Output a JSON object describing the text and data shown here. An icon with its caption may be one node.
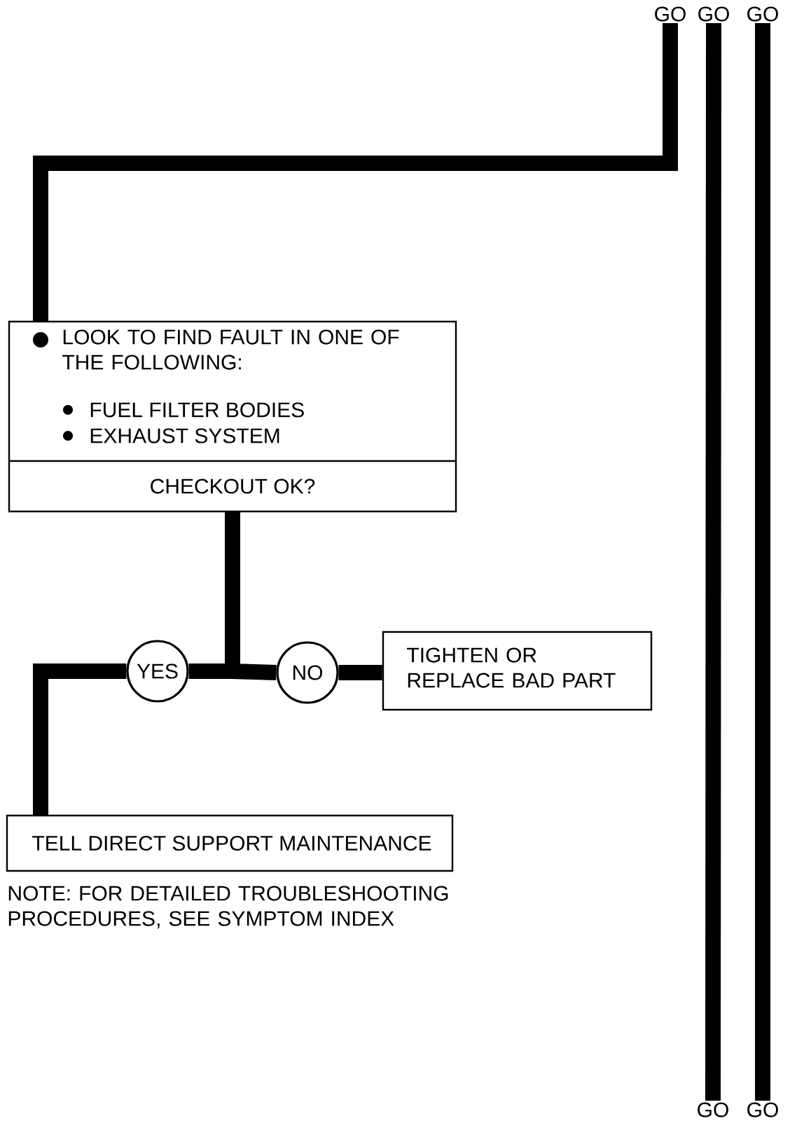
{
  "diagram": {
    "nodes": [
      {
        "text": [
          "GO"
        ]
      },
      {
        "text": [
          "GO"
        ]
      },
      {
        "text": [
          "GO"
        ]
      },
      {
        "text": [
          "LOOK TO FIND FAULT IN ONE OF THE FOLLOWING:",
          "FUEL FILTER BODIES",
          "EXHAUST SYSTEM",
          "CHECKOUT OK?"
        ]
      },
      {
        "text": [
          "YES"
        ]
      },
      {
        "text": [
          "NO"
        ]
      },
      {
        "text": [
          "TIGHTEN OR REPLACE BAD PART"
        ]
      },
      {
        "text": [
          "TELL DIRECT SUPPORT MAINTENANCE"
        ]
      },
      {
        "text": [
          "GO"
        ]
      },
      {
        "text": [
          "GO"
        ]
      }
    ],
    "edges": [
      {
        "from": 0,
        "to": 3,
        "arrow": "none"
      },
      {
        "from": 1,
        "to": 8,
        "arrow": "none"
      },
      {
        "from": 2,
        "to": 9,
        "arrow": "none"
      },
      {
        "from": 3,
        "to": 4,
        "arrow": "none"
      },
      {
        "from": 3,
        "to": 5,
        "arrow": "none"
      },
      {
        "from": 4,
        "to": 7,
        "arrow": "none"
      },
      {
        "from": 5,
        "to": 6,
        "arrow": "none"
      }
    ],
    "labels": [
      "NOTE: FOR DETAILED TROUBLESHOOTING PROCEDURES, SEE SYMPTOM INDEX"
    ]
  }
}
